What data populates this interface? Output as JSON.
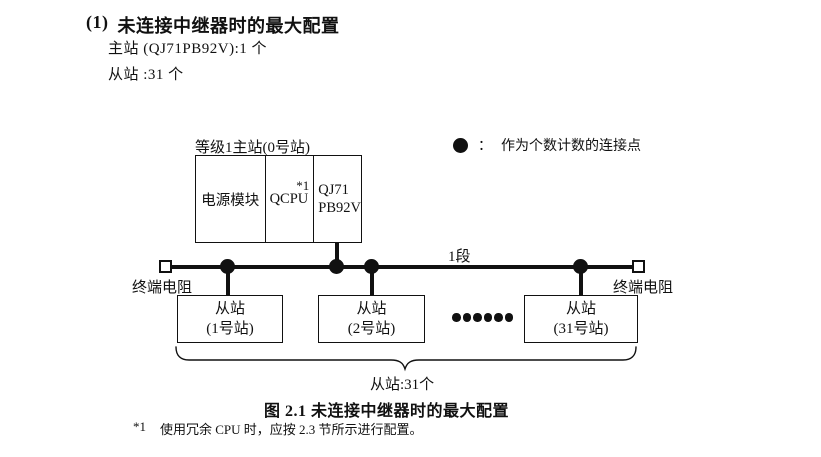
{
  "colors": {
    "ink": "#111111",
    "background": "#ffffff"
  },
  "heading": {
    "number": "(1)",
    "text": "未连接中继器时的最大配置"
  },
  "config_lines": {
    "master": "主站 (QJ71PB92V):1 个",
    "slaves": "从站 :31 个"
  },
  "diagram": {
    "master_station_label": "等级1主站(0号站)",
    "master_station": {
      "power_module": "电源模块",
      "cpu": "QCPU",
      "cpu_note": "*1",
      "module_line1": "QJ71",
      "module_line2": "PB92V"
    },
    "legend": {
      "separator": "：",
      "text": "作为个数计数的连接点"
    },
    "segment_label": "1段",
    "terminator_left": "终端电阻",
    "terminator_right": "终端电阻",
    "slaves": [
      {
        "line1": "从站",
        "line2": "(1号站)"
      },
      {
        "line1": "从站",
        "line2": "(2号站)"
      },
      {
        "line1": "从站",
        "line2": "(31号站)"
      }
    ],
    "slave_total": "从站:31个"
  },
  "caption": "图 2.1 未连接中继器时的最大配置",
  "footnote": {
    "marker": "*1",
    "text": "使用冗余 CPU 时，应按 2.3 节所示进行配置。"
  }
}
